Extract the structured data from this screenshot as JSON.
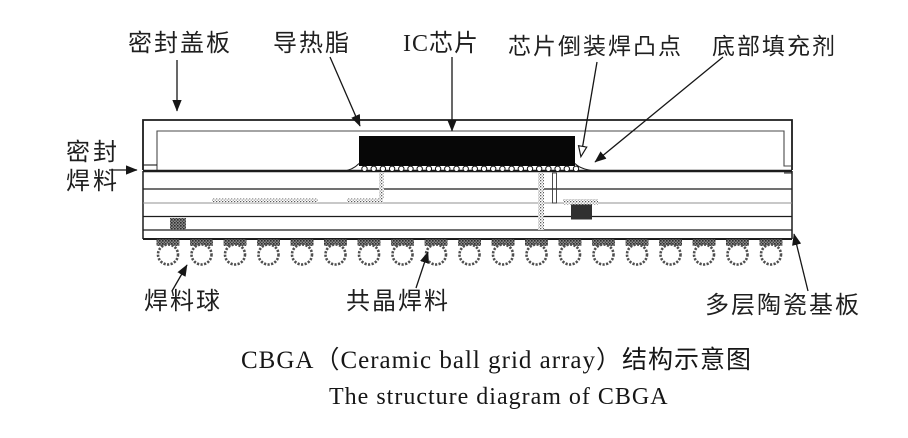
{
  "diagram": {
    "labels": {
      "seal_lid": "密封盖板",
      "thermal_grease": "导热脂",
      "ic_chip": "IC芯片",
      "flip_chip_bumps": "芯片倒装焊凸点",
      "underfill": "底部填充剂",
      "seal_solder_line1": "密封",
      "seal_solder_line2": "焊料",
      "solder_ball": "焊料球",
      "eutectic_solder": "共晶焊料",
      "ceramic_substrate": "多层陶瓷基板"
    },
    "captions": {
      "chinese": "CBGA（Ceramic ball grid array）结构示意图",
      "english": "The structure diagram of CBGA"
    },
    "structure": {
      "solder_ball_count": 19,
      "flip_chip_bump_count": 24,
      "substrate_layer_line_count": 4
    },
    "colors": {
      "ink": "#1c1c1c",
      "chip_fill": "#070707",
      "stipple_gray": "#6e6e6e",
      "background": "#ffffff"
    }
  }
}
